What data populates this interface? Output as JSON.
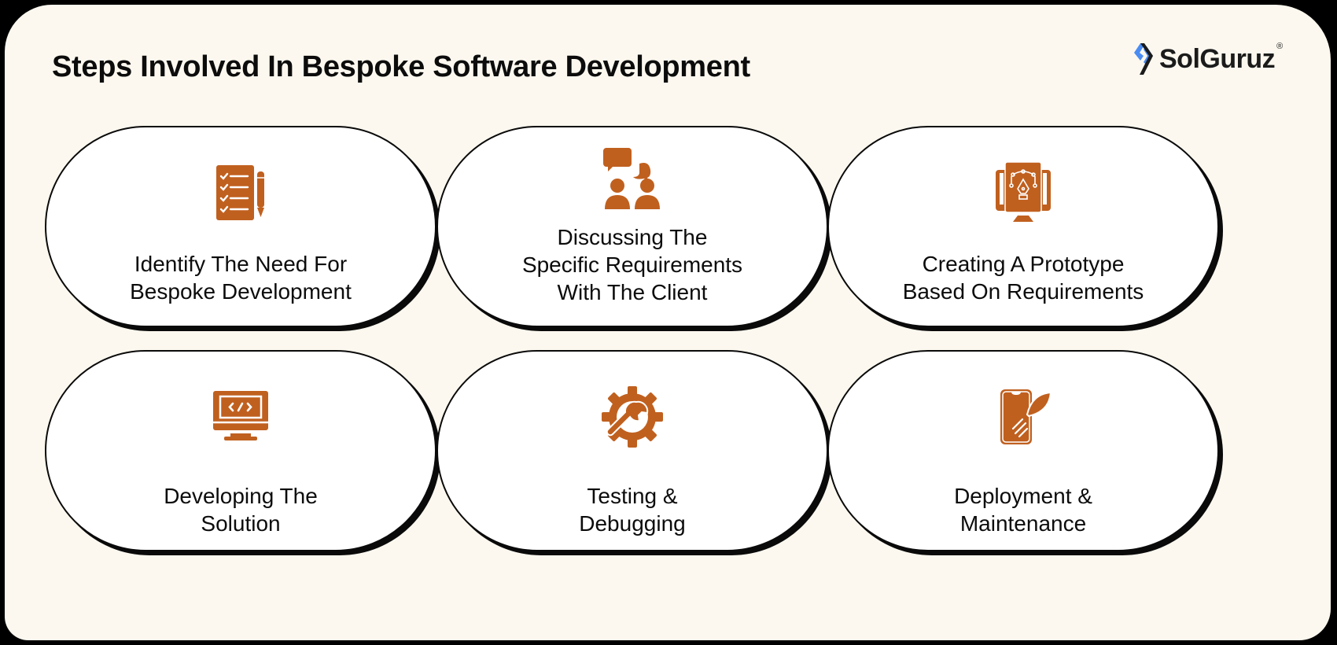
{
  "header": {
    "title": "Steps Involved In Bespoke Software Development"
  },
  "brand": {
    "name": "SolGuruz",
    "registered_mark": "®",
    "colors": {
      "blue": "#4A8CF2",
      "dark": "#1B1B1B"
    }
  },
  "colors": {
    "background": "#FCF8EF",
    "icon_accent": "#C0601F",
    "border": "#0A0A0A",
    "pill_fill": "#FFFFFF"
  },
  "steps": [
    {
      "label": "Identify The Need For\nBespoke Development",
      "icon": "checklist-pencil-icon"
    },
    {
      "label": "Discussing The\nSpecific Requirements\nWith The Client",
      "icon": "discussion-people-icon"
    },
    {
      "label": "Creating A Prototype\nBased On Requirements",
      "icon": "monitor-pen-tool-icon"
    },
    {
      "label": "Developing The\nSolution",
      "icon": "monitor-code-icon"
    },
    {
      "label": "Testing &\nDebugging",
      "icon": "gear-wrench-icon"
    },
    {
      "label": "Deployment &\nMaintenance",
      "icon": "phone-rocket-icon"
    }
  ]
}
